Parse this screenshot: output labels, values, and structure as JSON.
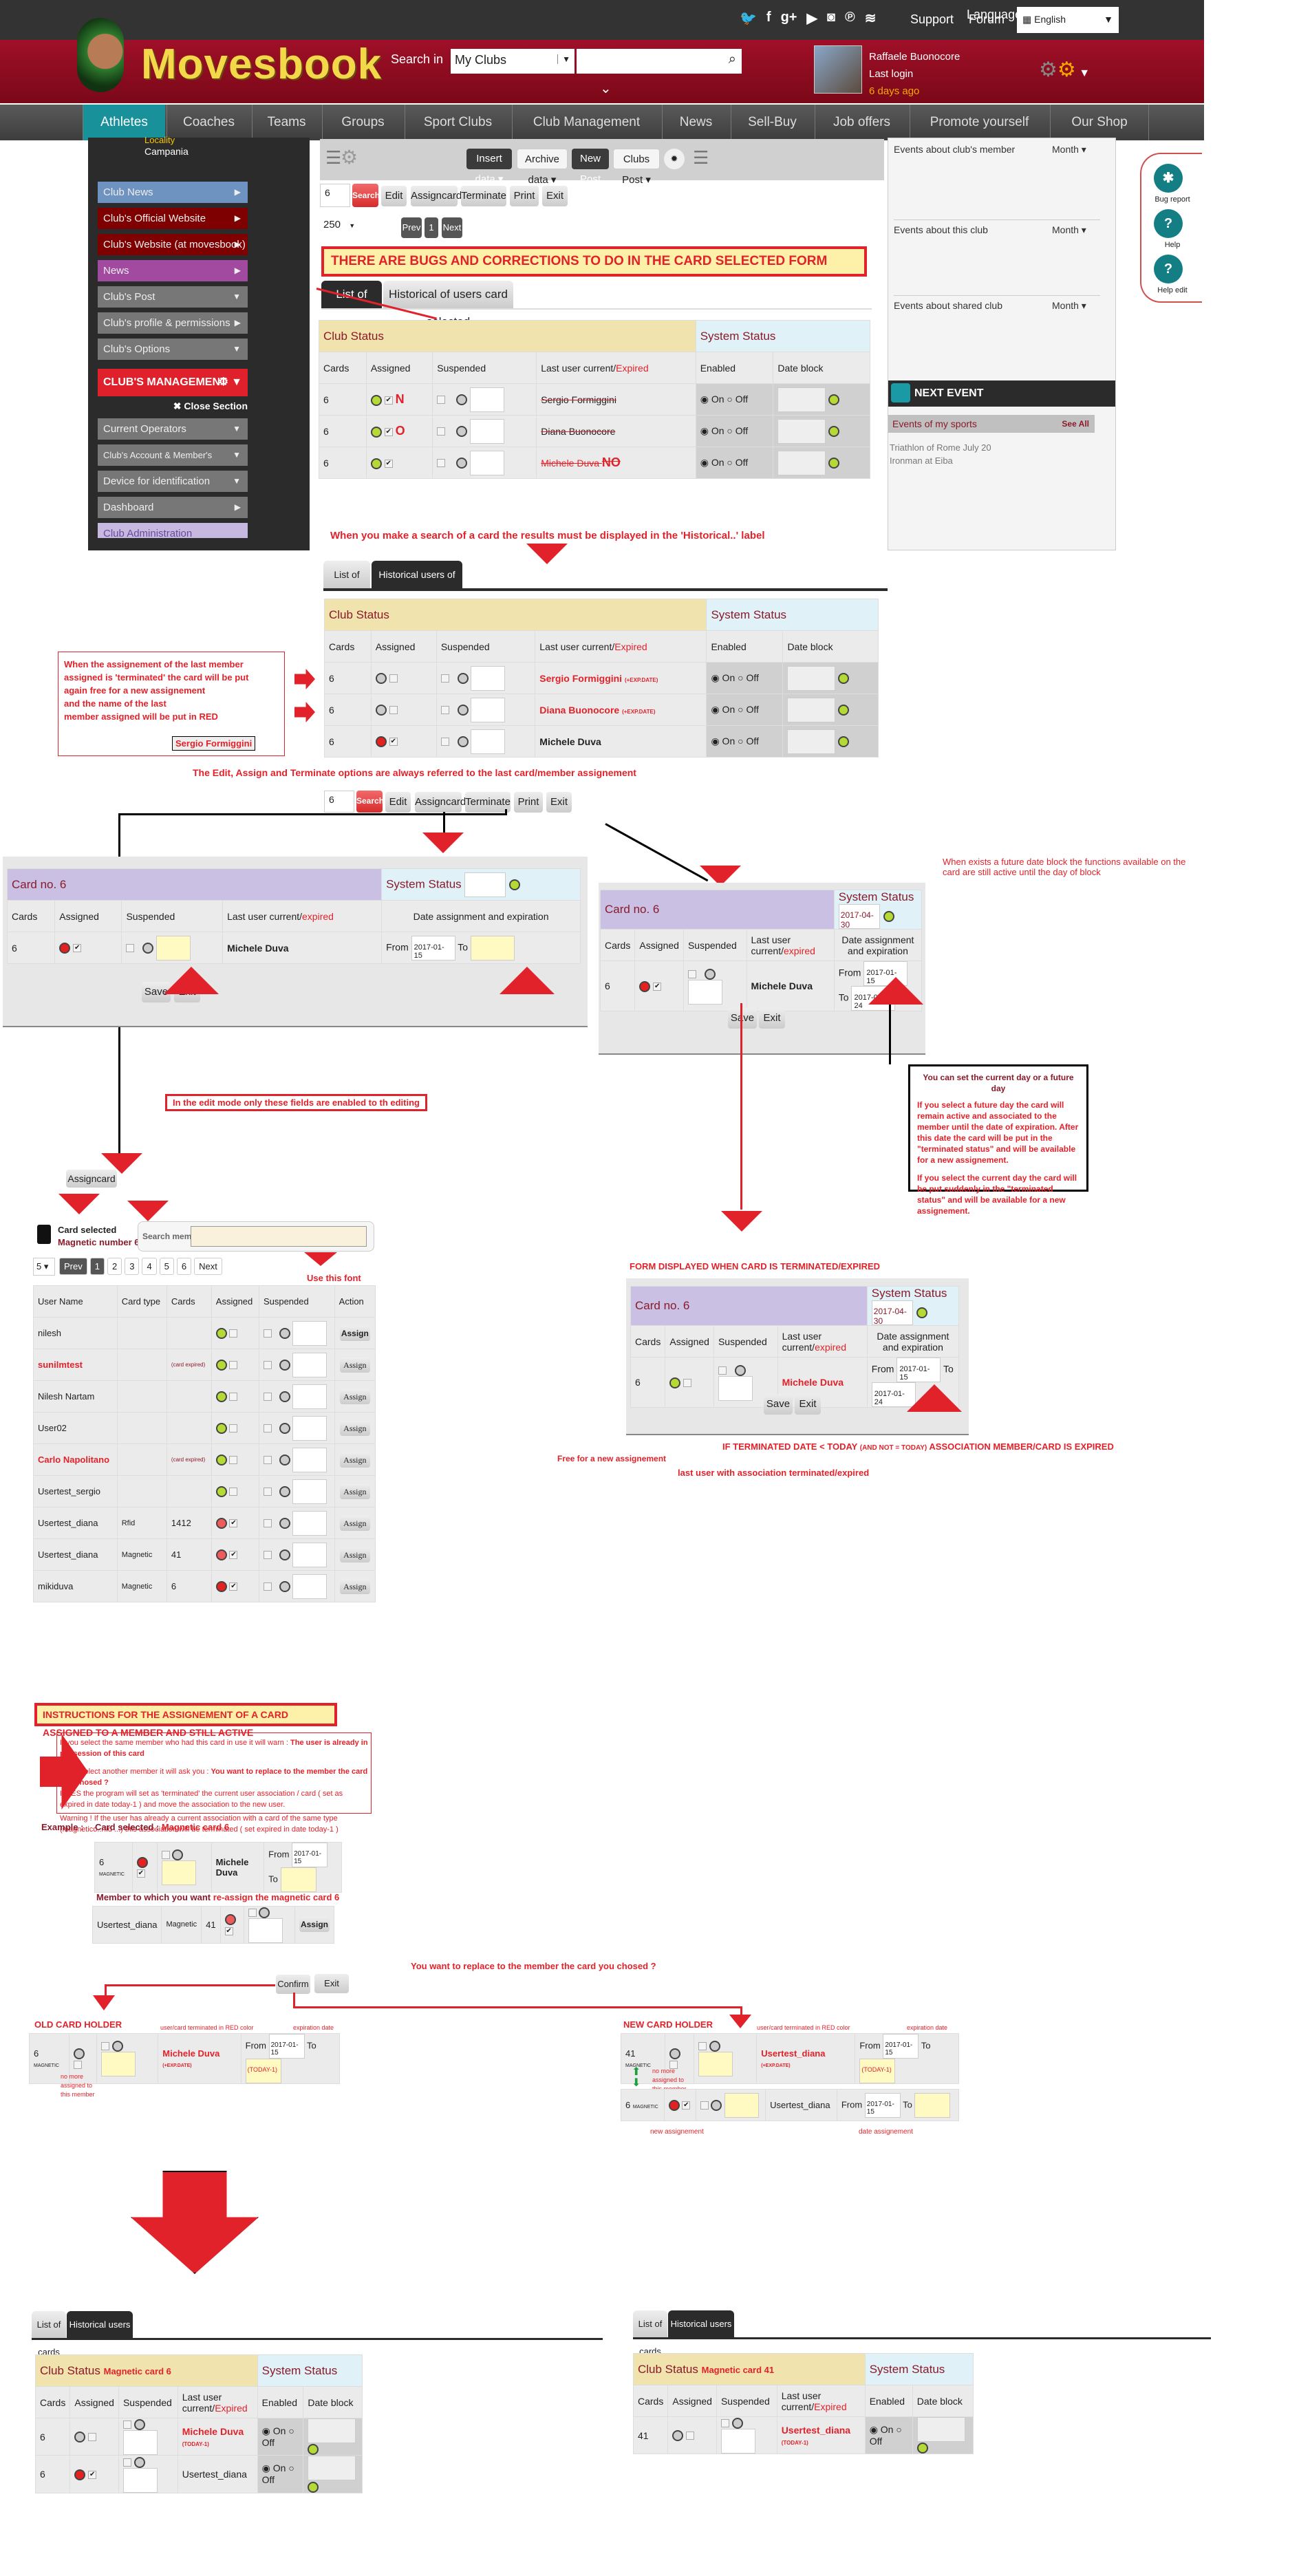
{
  "header": {
    "links": [
      "Support",
      "Forum"
    ],
    "social_icons": [
      "twitter-icon",
      "facebook-icon",
      "google-plus-icon",
      "youtube-icon",
      "instagram-icon",
      "pinterest-icon",
      "rss-icon"
    ],
    "language_label": "Language:",
    "language_value": "English",
    "brand": "Movesbook",
    "search_label": "Search in",
    "search_scope": "My Clubs",
    "search_value": "",
    "user_name": "Raffaele Buonocore",
    "last_login_label": "Last login",
    "last_login_value": "6 days ago"
  },
  "nav": {
    "items": [
      "Athletes",
      "Coaches",
      "Teams",
      "Groups",
      "Sport Clubs",
      "Club Management",
      "News",
      "Sell-Buy",
      "Job offers",
      "Promote yourself",
      "Our Shop"
    ],
    "active": "Athletes"
  },
  "sidebar": {
    "locality_label": "Locality",
    "locality_value": "Campania",
    "items": [
      {
        "label": "Club News",
        "color": "#6f93c1"
      },
      {
        "label": "Club's Official Website",
        "color": "#7e0000"
      },
      {
        "label": "Club's Website (at movesbook)",
        "color": "#7e0000"
      },
      {
        "label": "News",
        "color": "#a14aa0"
      },
      {
        "label": "Club's Post",
        "color": "#777777"
      },
      {
        "label": "Club's profile & permissions",
        "color": "#777777"
      },
      {
        "label": "Club's Options",
        "color": "#777777"
      }
    ],
    "management_title": "CLUB'S MANAGEMENT",
    "close_section": "✖ Close Section",
    "management_items": [
      "Current Operators",
      "Club's Account & Member's Accounts",
      "Device for identification",
      "Dashboard",
      "Club Administration"
    ]
  },
  "toolbar": {
    "insert_data": "Insert data ▾",
    "archive_data": "Archive data ▾",
    "new_post": "New Post",
    "clubs_post": "Clubs Post ▾"
  },
  "actions": {
    "search_value": "6",
    "search": "Search",
    "edit": "Edit",
    "assigncard": "Assigncard",
    "terminate": "Terminate",
    "print": "Print",
    "exit": "Exit"
  },
  "pagination": {
    "per_page": "250",
    "prev": "Prev",
    "page": "1",
    "next": "Next"
  },
  "bug_banner": "THERE ARE BUGS AND CORRECTIONS TO DO IN THE CARD SELECTED FORM",
  "tabs_old": {
    "list": "List of cards",
    "historical": "Historical of users card selected"
  },
  "tabs_new": {
    "list": "List of cards",
    "historical": "Historical users of the card selected"
  },
  "table_headers": {
    "club_status": "Club Status",
    "system_status": "System Status",
    "cards": "Cards",
    "assigned": "Assigned",
    "suspended": "Suspended",
    "last_user": "Last user current/",
    "expired": "Expired",
    "enabled": "Enabled",
    "date_block": "Date block",
    "on": "On",
    "off": "Off"
  },
  "list_table": {
    "rows": [
      {
        "card": "6",
        "user": "Sergio Formiggini",
        "mark": "N"
      },
      {
        "card": "6",
        "user": "Diana Buonocore",
        "mark": "O"
      },
      {
        "card": "6",
        "user": "Michele Duva",
        "mark": "NO"
      }
    ]
  },
  "search_note": "When you make a search of a card the results must be displayed in the 'Historical..' label",
  "historical_table": {
    "rows": [
      {
        "card": "6",
        "user": "Sergio Formiggini",
        "suffix": "(+EXP.DATE)",
        "status": "expired"
      },
      {
        "card": "6",
        "user": "Diana Buonocore",
        "suffix": "(+EXP.DATE)",
        "status": "expired"
      },
      {
        "card": "6",
        "user": "Michele Duva",
        "suffix": "",
        "status": "active"
      }
    ]
  },
  "terminated_note": {
    "lines": [
      "When the assignement of the last member",
      "assigned is 'terminated' the card will be put",
      "again free for a new assignement",
      "and the name of the last",
      "member assigned will be put in RED"
    ],
    "example_name": "Sergio Formiggini"
  },
  "edit_assign_note": "The Edit, Assign and Terminate options are always referred to the last card/member assignement",
  "card_form": {
    "title": "Card no. 6",
    "system_status": "System Status",
    "last_user_header": "Last user current/",
    "expired": "expired",
    "date_header": "Date assignment and expiration",
    "from_label": "From",
    "to_label": "To",
    "card": "6",
    "user": "Michele Duva",
    "from_value": "2017-01-15",
    "save": "Save",
    "exit": "Exit"
  },
  "edit_form": {
    "block_date": "",
    "to_value": ""
  },
  "edit_note": "In the edit mode only these fields are enabled to th editing",
  "terminate_form": {
    "block_date": "2017-04-30",
    "to_value": "2017-01-24"
  },
  "future_block_note": "When exists a future date block the functions available on the card are still active until the day of block",
  "terminate_info": {
    "title": "You can set the current day or a future day",
    "p1": "If you select a future day the card will remain active and associated to the member until the date of expiration. After this date the card will be put in the \"terminated status\" and will be available for a new assignement.",
    "p2": "If you select the current day the card will be put suddenly in the \"terminated status\" and will be available for a new assignement."
  },
  "expired_form": {
    "caption": "FORM DISPLAYED WHEN CARD IS TERMINATED/EXPIRED",
    "block_date": "2017-04-30",
    "to_value": "2017-01-24",
    "free_note": "Free for a new assignement",
    "last_user_note": "last user with association terminated/expired",
    "rule": "IF TERMINATED DATE < TODAY",
    "rule_small": "(AND NOT = TODAY)",
    "rule_end": "ASSOCIATION MEMBER/CARD IS EXPIRED"
  },
  "assign": {
    "button": "Assigncard",
    "card_selected": "Card selected",
    "magnetic_number": "Magnetic number 6",
    "search_member_label": "Search member",
    "search_member_value": "",
    "per_page": "5",
    "pages": [
      "Prev",
      "1",
      "2",
      "3",
      "4",
      "5",
      "6",
      "Next"
    ],
    "use_font_note": "Use this font",
    "headers": [
      "User Name",
      "Card type",
      "Cards",
      "Assigned",
      "Suspended",
      "Action"
    ],
    "action_label": "Assign",
    "rows": [
      {
        "user": "nilesh",
        "type": "",
        "cards": "",
        "dot": "green",
        "checked": false,
        "red": false
      },
      {
        "user": "sunilmtest",
        "type": "",
        "cards": "(card expired)",
        "dot": "green",
        "checked": false,
        "red": true
      },
      {
        "user": "Nilesh Nartam",
        "type": "",
        "cards": "",
        "dot": "green",
        "checked": false,
        "red": false
      },
      {
        "user": "User02",
        "type": "",
        "cards": "",
        "dot": "green",
        "checked": false,
        "red": false
      },
      {
        "user": "Carlo Napolitano",
        "type": "",
        "cards": "(card expired)",
        "dot": "green",
        "checked": false,
        "red": true
      },
      {
        "user": "Usertest_sergio",
        "type": "",
        "cards": "",
        "dot": "green",
        "checked": false,
        "red": false
      },
      {
        "user": "Usertest_diana",
        "type": "Rfid",
        "cards": "1412",
        "dot": "pink",
        "checked": true,
        "red": false
      },
      {
        "user": "Usertest_diana",
        "type": "Magnetic",
        "cards": "41",
        "dot": "pink",
        "checked": true,
        "red": false
      },
      {
        "user": "mikiduva",
        "type": "Magnetic",
        "cards": "6",
        "dot": "red",
        "checked": true,
        "red": false
      }
    ]
  },
  "instructions": {
    "title": "INSTRUCTIONS FOR THE ASSIGNEMENT OF A CARD ASSIGNED TO A MEMBER AND STILL ACTIVE",
    "l1a": "If you select the same member who had this card in use it will warn : ",
    "l1b": "The user is already in possession of this card",
    "l2a": "If you select another member it will ask you : ",
    "l2b": "You want to replace to the member the card you chosed ?",
    "l3": "If YES the program will set as 'terminated' the current user association / card ( set as expired in date today-1 ) and move the association to the new user.",
    "l4": "Warning ! If the user has already a current association with a card of the same type (magnetico..rfid ...) this association will be terminated ( set expired in date today-1 )",
    "example": "Example :",
    "card_selected": "Card selected : ",
    "card_selected_value": "Magnetic card 6",
    "example_card": "6",
    "example_type": "MAGNETIC",
    "example_user": "Michele Duva",
    "example_from": "2017-01-15",
    "member_label": "Member to which you want ",
    "member_label_red": "re-assign the magnetic card 6",
    "member_user": "Usertest_diana",
    "member_type": "Magnetic",
    "member_card": "41",
    "confirm_question": "You want to replace to the member the card you chosed ?",
    "confirm": "Confirm",
    "exit": "Exit"
  },
  "old_holder": {
    "title": "OLD CARD HOLDER",
    "card": "6",
    "type": "MAGNETIC",
    "user": "Michele Duva",
    "suffix": "(+EXP.DATE)",
    "from": "2017-01-15",
    "to": "(TODAY-1)",
    "note_terminated": "user/card terminated in RED color",
    "note_expiration": "expiration date",
    "note_unassigned": "no more assigned to this member"
  },
  "new_holder": {
    "title": "NEW CARD HOLDER",
    "row1": {
      "card": "41",
      "type": "MAGNETIC",
      "user": "Usertest_diana",
      "suffix": "(+EXP.DATE)",
      "from": "2017-01-15",
      "to": "(TODAY-1)"
    },
    "row2": {
      "card": "6",
      "type": "MAGNETIC",
      "user": "Usertest_diana",
      "from": "2017-01-15",
      "to": ""
    },
    "note_terminated": "user/card terminated in RED color",
    "note_expiration": "expiration date",
    "note_unassigned": "no more assigned to this member",
    "note_new": "new assignement",
    "note_date": "date assignement"
  },
  "result_left": {
    "subtitle": "Magnetic card 6",
    "rows": [
      {
        "card": "6",
        "user": "Michele Duva",
        "suffix": "(TODAY-1)",
        "status": "expired"
      },
      {
        "card": "6",
        "user": "Usertest_diana",
        "suffix": "",
        "status": "active"
      }
    ]
  },
  "result_right": {
    "subtitle": "Magnetic card 41",
    "rows": [
      {
        "card": "41",
        "user": "Usertest_diana",
        "suffix": "(TODAY-1)",
        "status": "expired"
      }
    ]
  },
  "right_panel": {
    "events": [
      {
        "label": "Events about club's member",
        "period": "Month ▾"
      },
      {
        "label": "Events about this club",
        "period": "Month ▾"
      },
      {
        "label": "Events about shared club",
        "period": "Month ▾"
      }
    ],
    "next_event_title": "NEXT EVENT",
    "events_of_sports": "Events of my sports",
    "see_all": "See All",
    "event_items": [
      "Triathlon of Rome July 20",
      "Ironman at Eiba"
    ]
  },
  "help": {
    "bug_report": "Bug report",
    "help": "Help",
    "help_edit": "Help edit"
  }
}
